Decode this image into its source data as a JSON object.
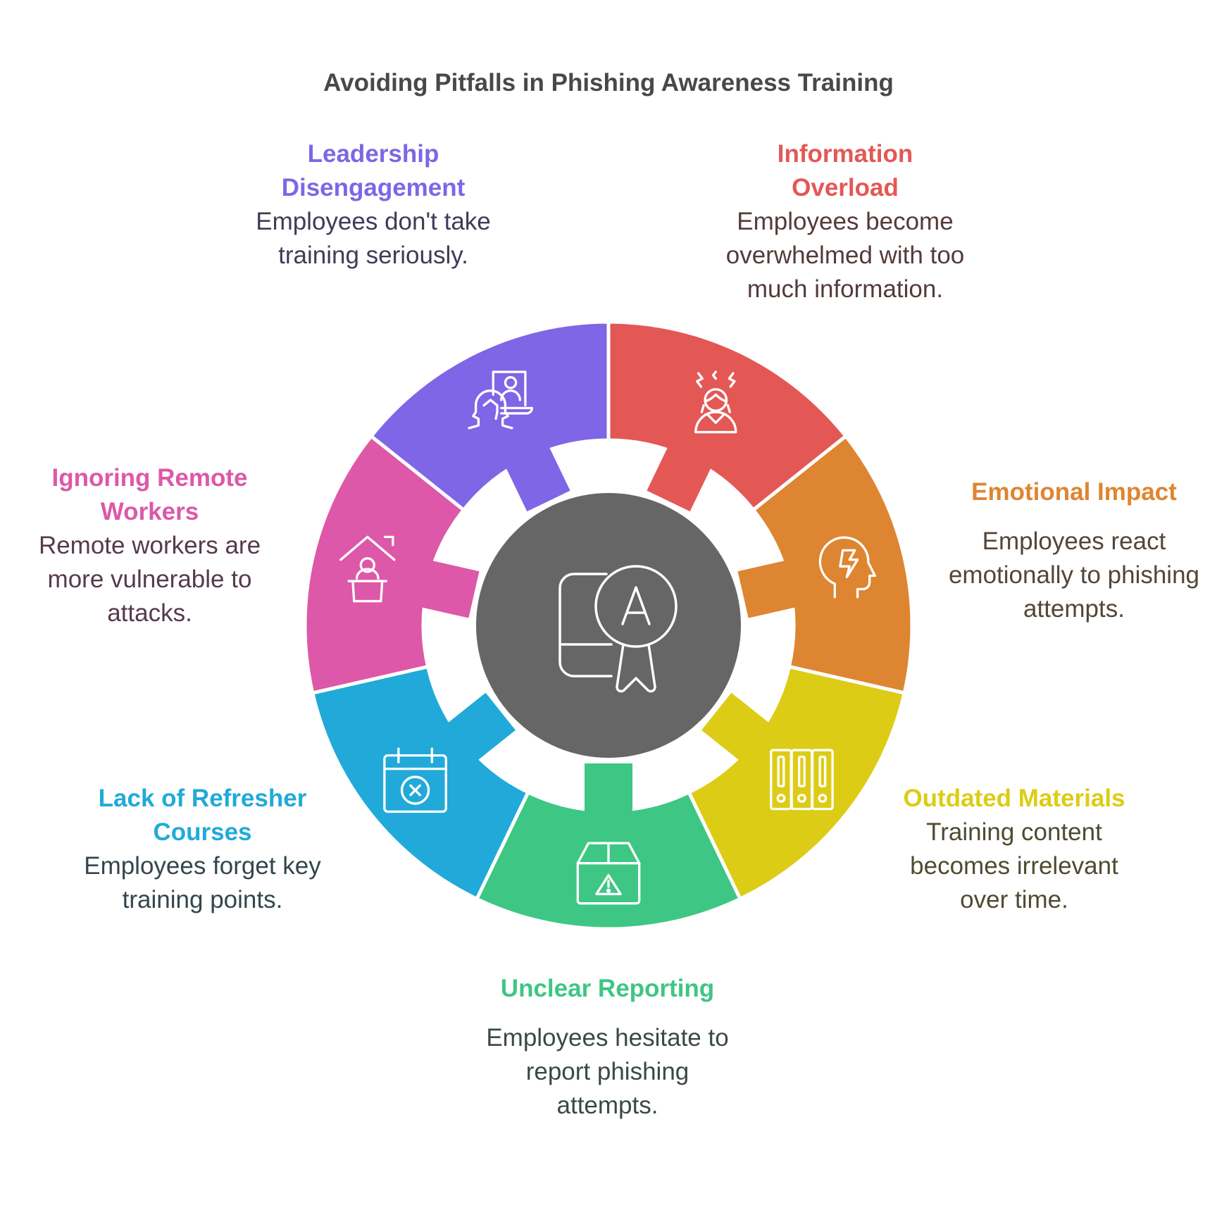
{
  "title": "Avoiding Pitfalls in Phishing Awareness Training",
  "center": {
    "icon": "certificate-award-icon",
    "color": "#666666"
  },
  "segments": [
    {
      "heading": "Information Overload",
      "description": "Employees become overwhelmed with too much information.",
      "color": "#E35855",
      "text_color": "#553A3A",
      "icon": "stressed-person-icon"
    },
    {
      "heading": "Emotional Impact",
      "description": "Employees react emotionally to phishing attempts.",
      "color": "#DE8531",
      "text_color": "#554536",
      "icon": "head-lightning-icon"
    },
    {
      "heading": "Outdated Materials",
      "description": "Training content becomes irrelevant over time.",
      "color": "#DDCC15",
      "text_color": "#4F4B30",
      "icon": "binders-icon"
    },
    {
      "heading": "Unclear Reporting",
      "description": "Employees hesitate to report phishing attempts.",
      "color": "#3EC684",
      "text_color": "#3A4A43",
      "icon": "warning-box-icon"
    },
    {
      "heading": "Lack of Refresher Courses",
      "description": "Employees forget key training points.",
      "color": "#21AAD9",
      "text_color": "#34454D",
      "icon": "calendar-cancel-icon"
    },
    {
      "heading": "Ignoring Remote Workers",
      "description": "Remote workers are more vulnerable to attacks.",
      "color": "#DD58A8",
      "text_color": "#553A4C",
      "icon": "home-worker-icon"
    },
    {
      "heading": "Leadership Disengagement",
      "description": "Employees don't take training seriously.",
      "color": "#7E66E6",
      "text_color": "#3F3B57",
      "icon": "video-call-icon"
    }
  ]
}
